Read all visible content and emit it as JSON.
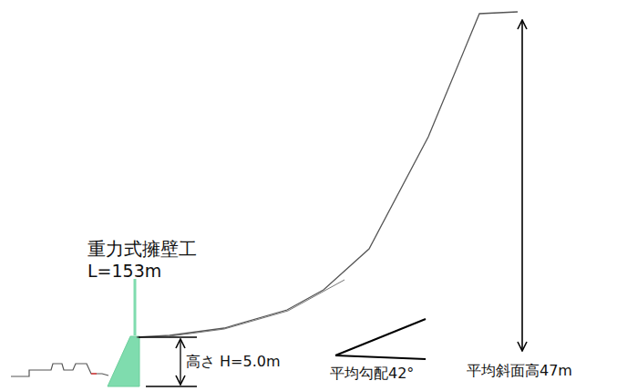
{
  "diagram": {
    "labels": [
      "重力式擁壁工",
      "L=153m",
      "高さ H=5.0m",
      "平均勾配42°",
      "平均斜面高47m"
    ]
  }
}
